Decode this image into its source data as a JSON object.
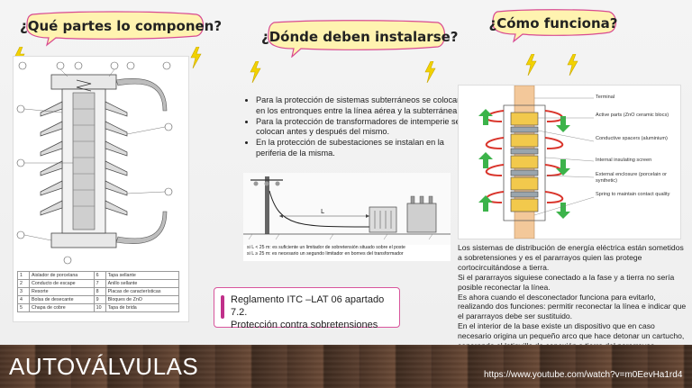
{
  "bubbles": {
    "q1": "¿Qué partes lo componen?",
    "q2": "¿Dónde deben instalarse?",
    "q3": "¿Cómo funciona?"
  },
  "colors": {
    "bubble_fill": "#fff3b0",
    "bubble_stroke": "#d84a91",
    "bolt": "#f2d200",
    "note_border": "#d8559c",
    "floor": "#5a3e2e"
  },
  "parts_legend": [
    [
      "1",
      "Aislador de porcelana",
      "6",
      "Tapa sellante"
    ],
    [
      "2",
      "Conducto de escape",
      "7",
      "Anillo sellante"
    ],
    [
      "3",
      "Resorte",
      "8",
      "Placas de características"
    ],
    [
      "4",
      "Bolsa de desecante",
      "9",
      "Bloques de ZnO"
    ],
    [
      "5",
      "Chapa de cobre",
      "10",
      "Tapa de brida"
    ]
  ],
  "bullets": [
    "Para la protección de sistemas subterráneos se colocan en los entronques entre la línea aérea y la subterránea.",
    "Para la protección de transformadores de intemperie se colocan antes y después del mismo.",
    "En la protección de subestaciones se instalan en la periferia de la misma."
  ],
  "install_diagram": {
    "label_L": "L",
    "caption1": "si L < 25 m: es suficiente un limitador de sobretensión situado sobre el poste",
    "caption2": "si L ≥ 25 m: es necesario un segundo limitador en bornes del transformador"
  },
  "component_labels": [
    "Terminal",
    "Active parts (ZnO ceramic blocs)",
    "Conductive spacers (aluminium)",
    "Internal insulating screen",
    "External enclosure (porcelain or synthetic)",
    "Spring to maintain contact quality"
  ],
  "note": {
    "line1": "Reglamento ITC –LAT 06 apartado 7.2.",
    "line2": "Protección contra sobretensiones"
  },
  "description": [
    "Los sistemas de distribución de energía eléctrica están sometidos a sobretensiones y es el pararrayos quien las protege cortocircuitándose a tierra.",
    "Si el pararrayos siguiese conectado a la fase y a tierra no sería posible reconectar la línea.",
    "Es ahora cuando el desconectador funciona para evitarlo, realizando dos funciones: permitir reconectar la línea e indicar que el pararrayos debe ser sustituido.",
    "En el interior de la base existe un dispositivo que en caso necesario origina un pequeño arco que hace detonar un cartucho, separando el latiguillo de conexión a tierra del pararrayos."
  ],
  "footer": {
    "title": "AUTOVÁLVULAS",
    "url": "https://www.youtube.com/watch?v=m0EevHa1rd4"
  }
}
